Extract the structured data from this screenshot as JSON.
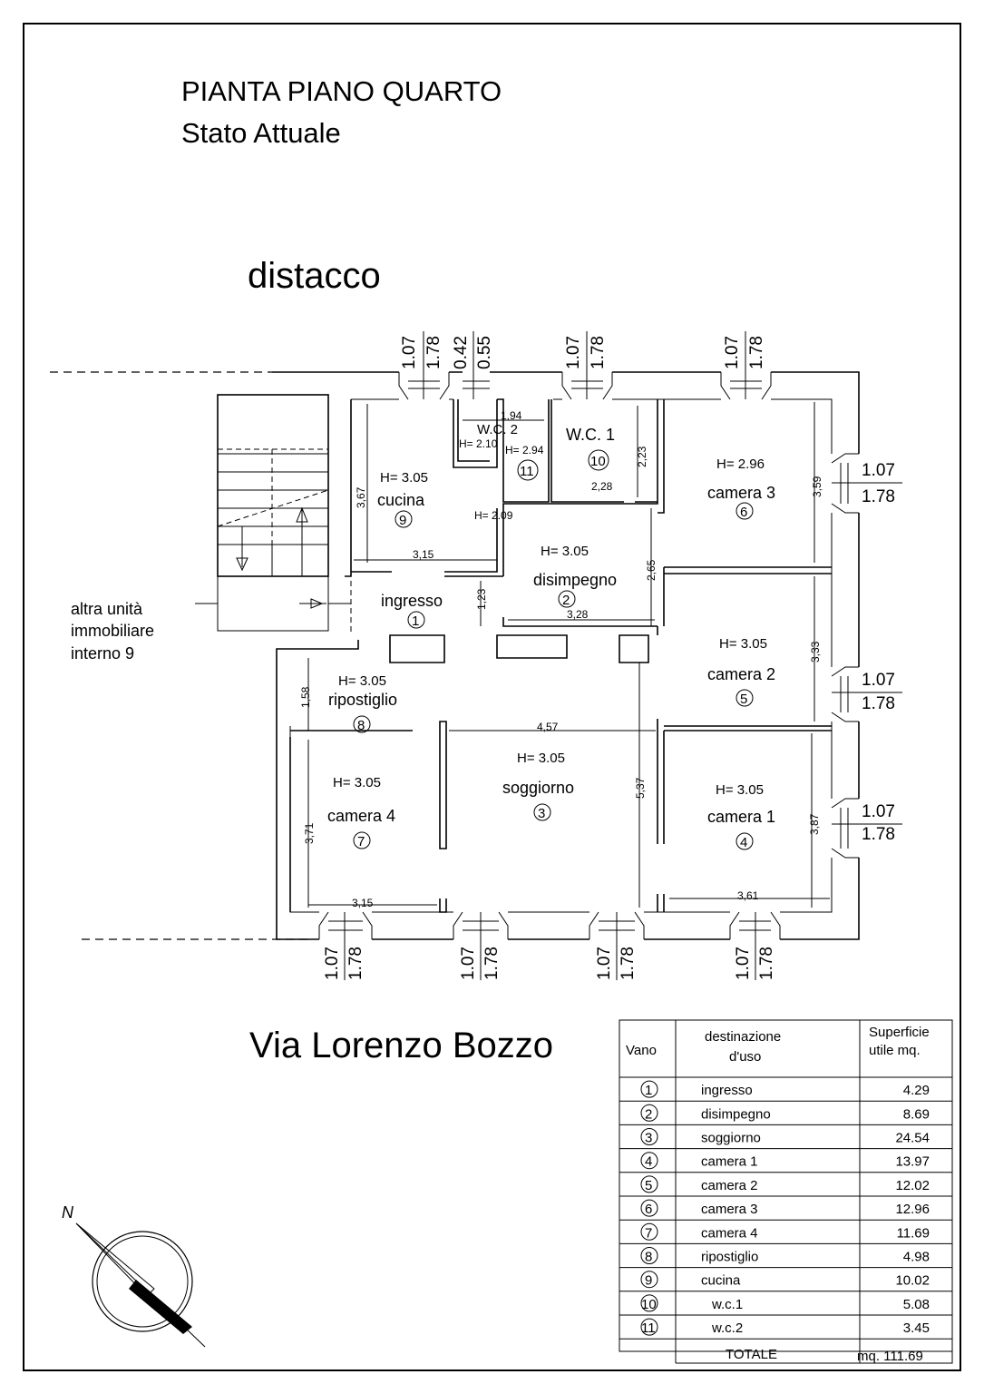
{
  "header": {
    "title": "PIANTA PIANO QUARTO",
    "subtitle": "Stato Attuale"
  },
  "labels": {
    "distacco": "distacco",
    "street": "Via Lorenzo Bozzo",
    "other_unit": [
      "altra unità",
      "immobiliare",
      "interno 9"
    ],
    "north": "N"
  },
  "rooms": [
    {
      "name": "ingresso",
      "num": "1",
      "height": ""
    },
    {
      "name": "disimpegno",
      "num": "2",
      "height": "H= 3.05"
    },
    {
      "name": "soggiorno",
      "num": "3",
      "height": "H= 3.05"
    },
    {
      "name": "camera 1",
      "num": "4",
      "height": "H= 3.05"
    },
    {
      "name": "camera 2",
      "num": "5",
      "height": "H= 3.05"
    },
    {
      "name": "camera 3",
      "num": "6",
      "height": "H= 2.96"
    },
    {
      "name": "camera 4",
      "num": "7",
      "height": "H= 3.05"
    },
    {
      "name": "ripostiglio",
      "num": "8",
      "height": "H= 3.05"
    },
    {
      "name": "cucina",
      "num": "9",
      "height": "H= 3.05"
    },
    {
      "name": "W.C. 1",
      "num": "10",
      "height": ""
    },
    {
      "name": "W.C. 2",
      "num": "11",
      "height": ""
    }
  ],
  "extra_heights": [
    "H= 2.10",
    "H= 2.94",
    "H= 2.09"
  ],
  "dimensions": [
    "1,94",
    "2,23",
    "2,28",
    "3,67",
    "3,15",
    "3,59",
    "2,65",
    "1,23",
    "3,28",
    "3,33",
    "1,58",
    "4,57",
    "5,37",
    "3,71",
    "3,87",
    "3,15",
    "3,61"
  ],
  "window_dims": {
    "a": "1.07",
    "b": "1.78",
    "small_a": "0.42",
    "small_b": "0.55"
  },
  "table": {
    "headers": [
      "Vano",
      "destinazione d'uso",
      "Superficie utile mq."
    ],
    "header_lines": {
      "dest": [
        "destinazione",
        "d'uso"
      ],
      "sup": [
        "Superficie",
        "utile mq."
      ]
    },
    "rows": [
      {
        "vano": "1",
        "dest": "ingresso",
        "sup": "4.29"
      },
      {
        "vano": "2",
        "dest": "disimpegno",
        "sup": "8.69"
      },
      {
        "vano": "3",
        "dest": "soggiorno",
        "sup": "24.54"
      },
      {
        "vano": "4",
        "dest": "camera 1",
        "sup": "13.97"
      },
      {
        "vano": "5",
        "dest": "camera 2",
        "sup": "12.02"
      },
      {
        "vano": "6",
        "dest": "camera 3",
        "sup": "12.96"
      },
      {
        "vano": "7",
        "dest": "camera 4",
        "sup": "11.69"
      },
      {
        "vano": "8",
        "dest": "ripostiglio",
        "sup": "4.98"
      },
      {
        "vano": "9",
        "dest": "cucina",
        "sup": "10.02"
      },
      {
        "vano": "10",
        "dest": "w.c.1",
        "sup": "5.08"
      },
      {
        "vano": "11",
        "dest": "w.c.2",
        "sup": "3.45"
      }
    ],
    "total_label": "TOTALE",
    "total_value": "mq. 111.69"
  }
}
